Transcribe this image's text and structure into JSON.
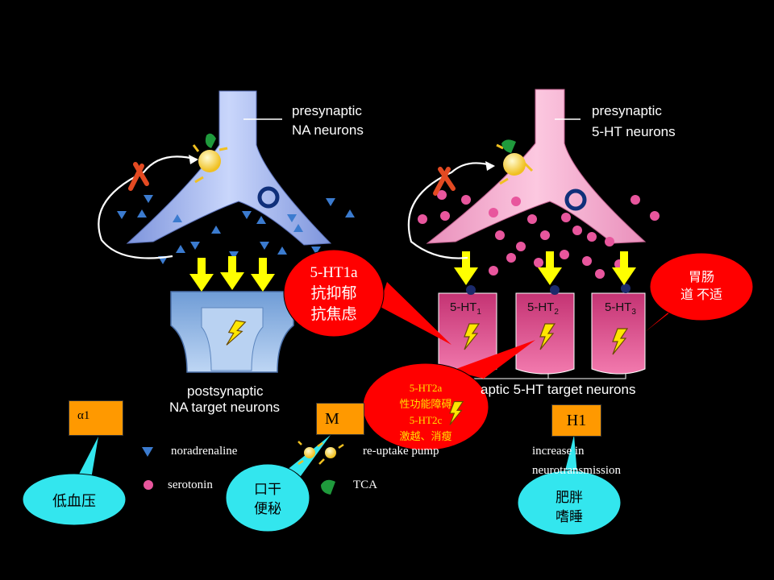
{
  "labels": {
    "presyn_na": [
      "presynaptic",
      "NA neurons"
    ],
    "presyn_ht": [
      "presynaptic",
      "5-HT neurons"
    ],
    "postsyn_na": [
      "postsynaptic",
      "NA target neurons"
    ],
    "postsyn_ht": "aptic 5-HT target neurons"
  },
  "receptors": [
    {
      "base": "5-HT",
      "sub": "1"
    },
    {
      "base": "5-HT",
      "sub": "2"
    },
    {
      "base": "5-HT",
      "sub": "3"
    }
  ],
  "boxes": {
    "alpha1": "α1",
    "m": "M",
    "h1": "H1"
  },
  "bubbles": {
    "red_main": [
      "5-HT1a",
      "抗抑郁",
      "抗焦虑"
    ],
    "red_gi": [
      "胃肠",
      "道 不适"
    ],
    "red_sex": [
      "5-HT2a",
      "性功能障碍",
      "5-HT2c",
      "激越、消瘦"
    ],
    "cyan_bp": "低血压",
    "cyan_mouth": [
      "口干",
      "便秘"
    ],
    "cyan_h1": [
      "肥胖",
      "嗜睡"
    ]
  },
  "legend": {
    "noradrenaline": "noradrenaline",
    "serotonin": "serotonin",
    "reuptake": "re-uptake pump",
    "tca": "TCA",
    "increase": [
      "increase in",
      "neurotransmission"
    ]
  },
  "colors": {
    "na_neuron": "#9fb4ef",
    "ht_neuron": "#f5a9cf",
    "na_target": "#a7c6ea",
    "ht_target": "#e0508f",
    "red_bubble": "#ff0000",
    "cyan_bubble": "#33e6ee",
    "box": "#ff9900",
    "arrow": "#ffff00",
    "x_mark": "#e34a22"
  }
}
